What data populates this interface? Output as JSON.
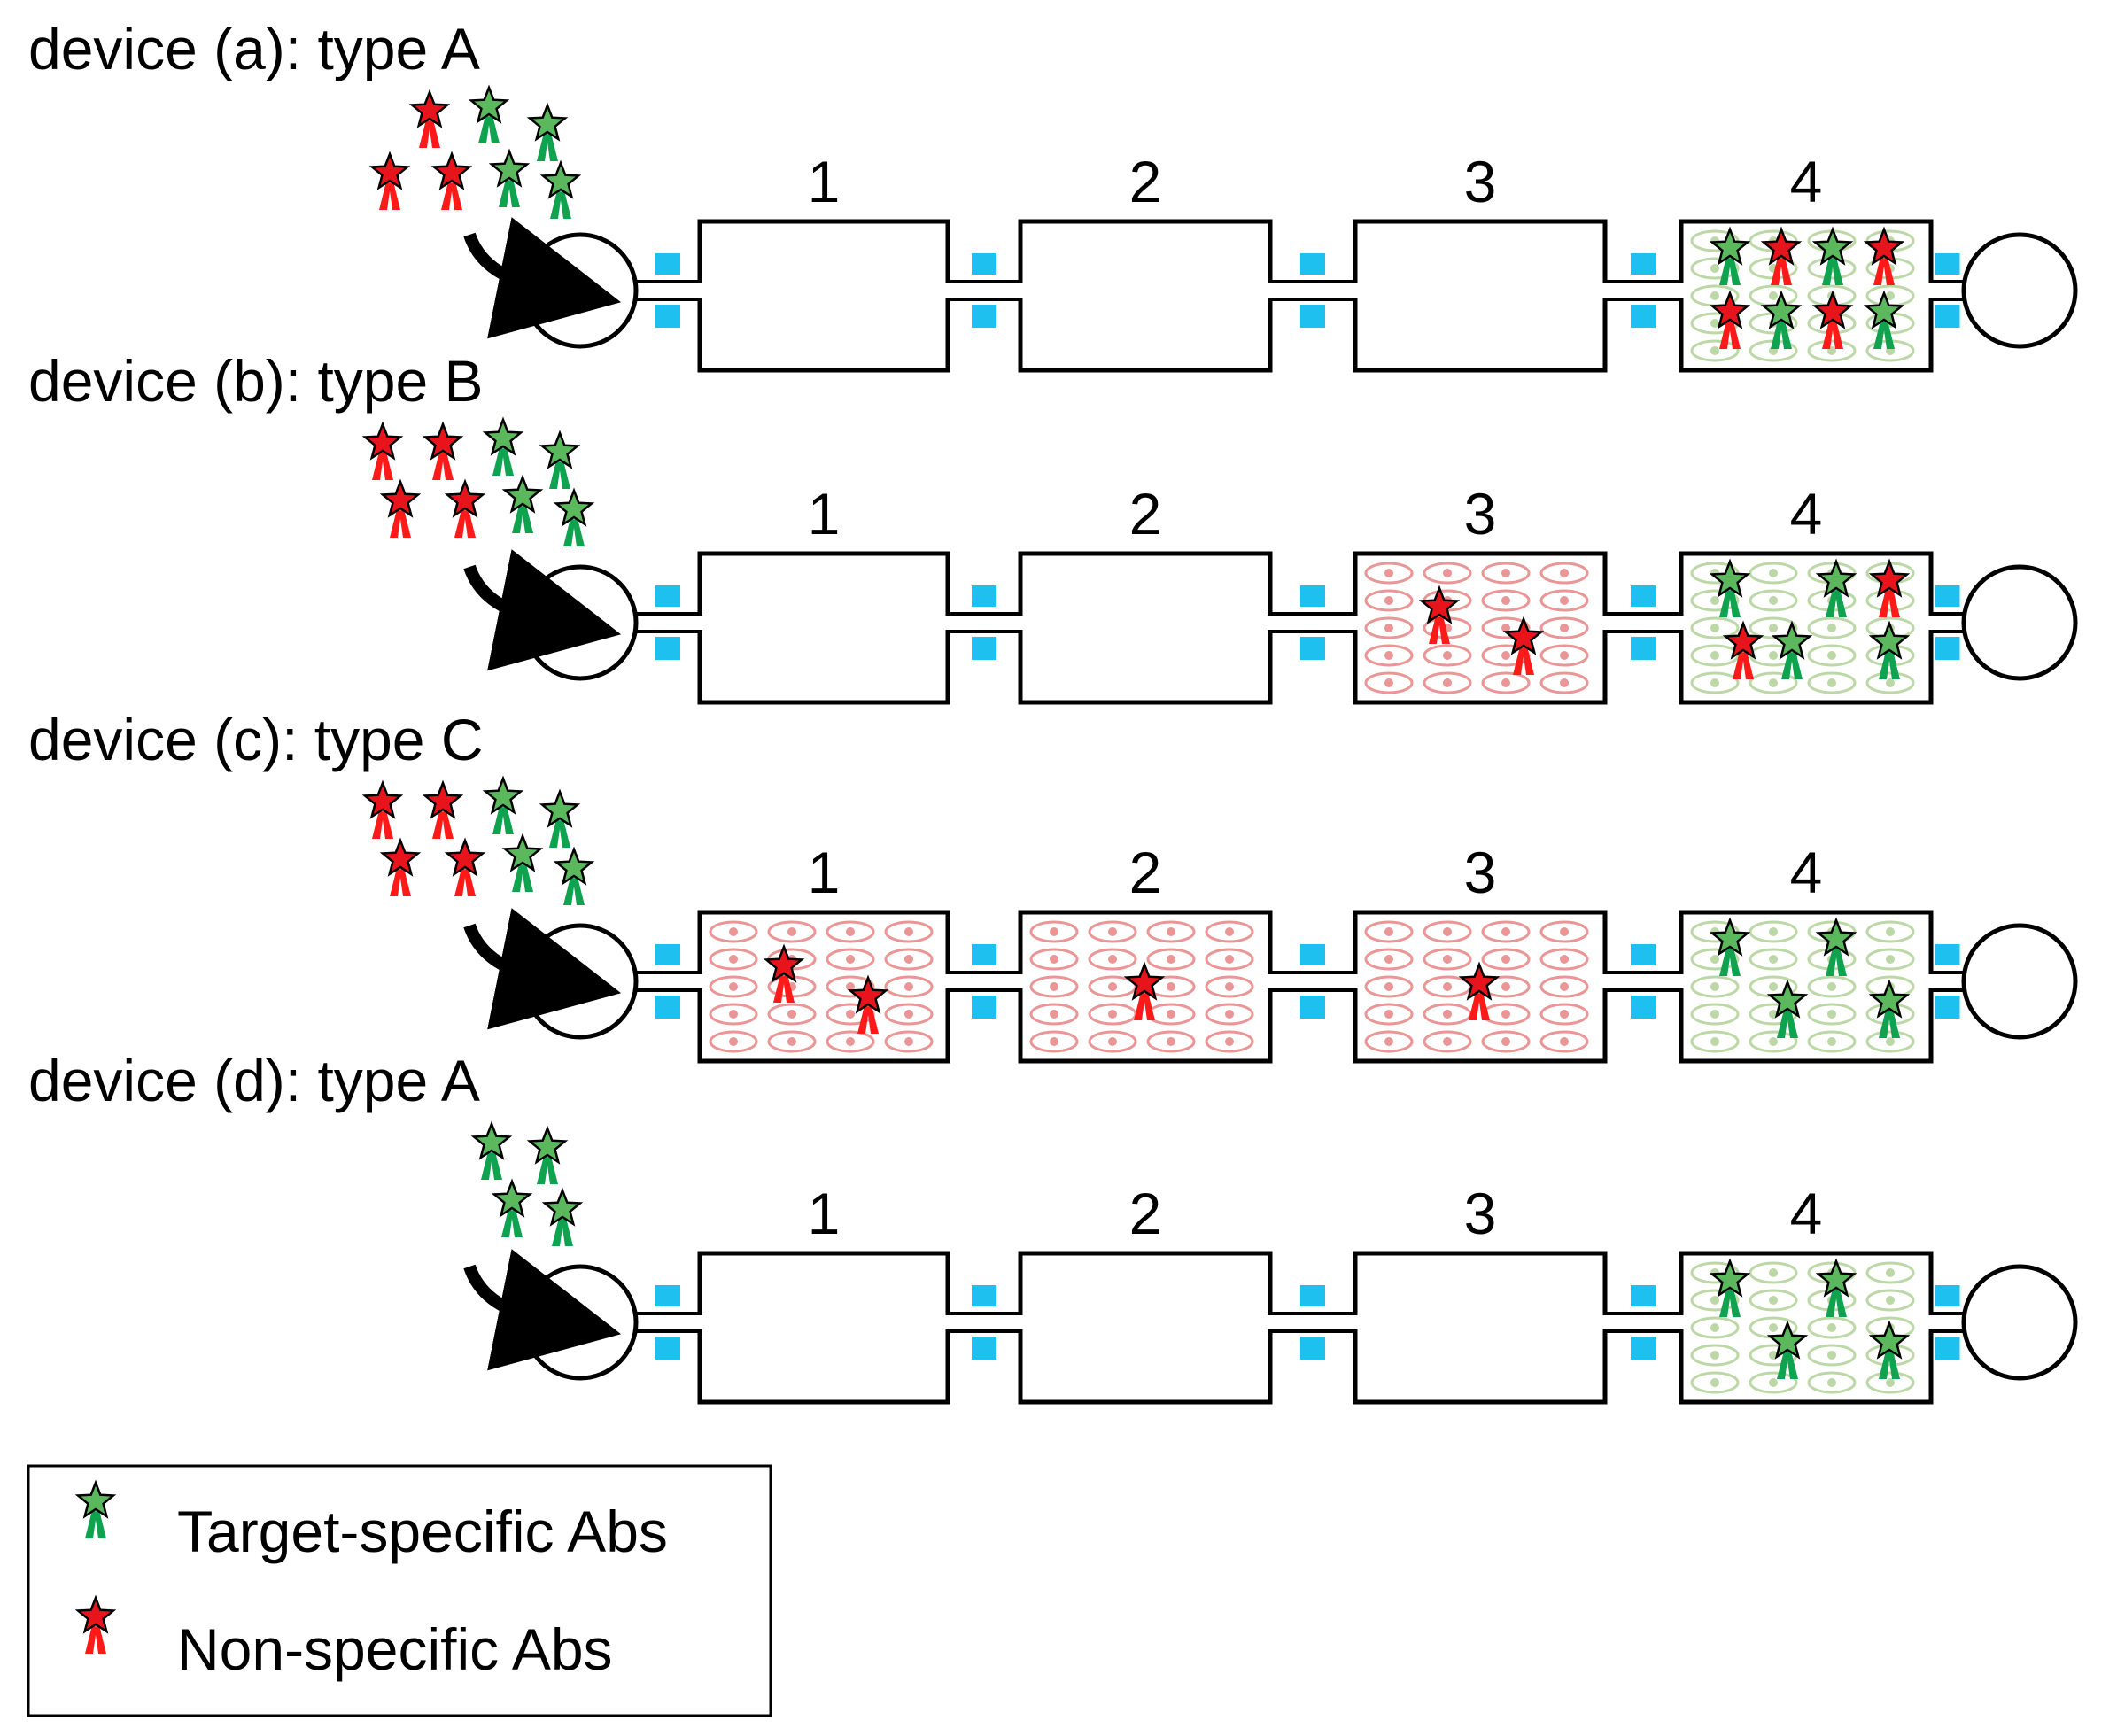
{
  "devices": [
    {
      "label": "device (a): type A",
      "sample": [
        "red",
        "green",
        "green",
        "red",
        "red",
        "green",
        "green"
      ],
      "chambers": [
        {
          "number": "1",
          "cells": "none",
          "abs": []
        },
        {
          "number": "2",
          "cells": "none",
          "abs": []
        },
        {
          "number": "3",
          "cells": "none",
          "abs": []
        },
        {
          "number": "4",
          "cells": "green",
          "abs": [
            "green",
            "red",
            "green",
            "red",
            "red",
            "green",
            "red",
            "green"
          ]
        }
      ]
    },
    {
      "label": "device (b): type B",
      "sample": [
        "red",
        "red",
        "green",
        "green",
        "red",
        "red",
        "green",
        "green"
      ],
      "chambers": [
        {
          "number": "1",
          "cells": "none",
          "abs": []
        },
        {
          "number": "2",
          "cells": "none",
          "abs": []
        },
        {
          "number": "3",
          "cells": "red",
          "abs": [
            "red",
            "red"
          ]
        },
        {
          "number": "4",
          "cells": "green",
          "abs": [
            "green",
            "green",
            "red",
            "red",
            "green",
            "green"
          ]
        }
      ]
    },
    {
      "label": "device (c): type C",
      "sample": [
        "red",
        "red",
        "green",
        "green",
        "red",
        "red",
        "green",
        "green"
      ],
      "chambers": [
        {
          "number": "1",
          "cells": "red",
          "abs": [
            "red",
            "red"
          ]
        },
        {
          "number": "2",
          "cells": "red",
          "abs": [
            "red"
          ]
        },
        {
          "number": "3",
          "cells": "red",
          "abs": [
            "red"
          ]
        },
        {
          "number": "4",
          "cells": "green",
          "abs": [
            "green",
            "green",
            "green",
            "green"
          ]
        }
      ]
    },
    {
      "label": "device (d): type A",
      "sample": [
        "green",
        "green",
        "green",
        "green"
      ],
      "chambers": [
        {
          "number": "1",
          "cells": "none",
          "abs": []
        },
        {
          "number": "2",
          "cells": "none",
          "abs": []
        },
        {
          "number": "3",
          "cells": "none",
          "abs": []
        },
        {
          "number": "4",
          "cells": "green",
          "abs": [
            "green",
            "green",
            "green",
            "green"
          ]
        }
      ]
    }
  ],
  "legend": {
    "items": [
      {
        "kind": "green",
        "label": "Target-specific Abs"
      },
      {
        "kind": "red",
        "label": "Non-specific Abs"
      }
    ]
  },
  "colors": {
    "target_star": "#5cb85c",
    "target_body": "#0fa24f",
    "nonspecific_star": "#e8141b",
    "nonspecific_body": "#ff1a1a",
    "valve": "#1ec0f0",
    "red_cell": "#e88484",
    "green_cell": "#a6cc8a",
    "outline": "#000000"
  }
}
